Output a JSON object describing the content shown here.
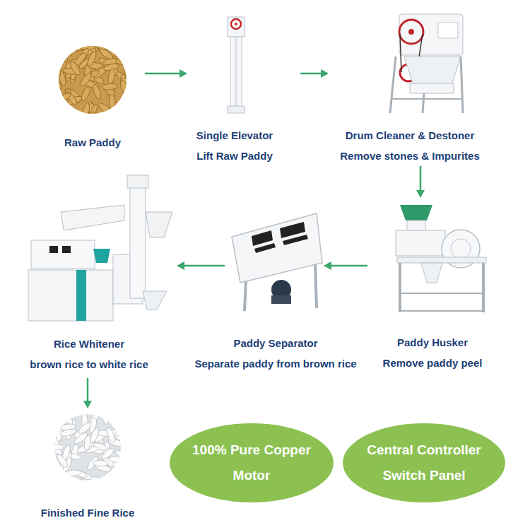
{
  "diagram": {
    "nodes": [
      {
        "text": [
          "Raw Paddy"
        ]
      },
      {
        "text": [
          "Single Elevator",
          "Lift Raw Paddy"
        ]
      },
      {
        "text": [
          "Drum Cleaner & Destoner",
          "Remove stones & Impurites"
        ]
      },
      {
        "text": [
          "Paddy Husker",
          "Remove paddy peel"
        ]
      },
      {
        "text": [
          "Paddy Separator",
          "Separate paddy from brown rice"
        ]
      },
      {
        "text": [
          "Rice Whitener",
          "brown rice to white rice"
        ]
      },
      {
        "text": [
          "Finished Fine Rice"
        ]
      },
      {
        "text": [
          "100% Pure Copper Motor"
        ]
      },
      {
        "text": [
          "Central Controller Switch Panel"
        ]
      }
    ],
    "edges": [
      {
        "from": 0,
        "to": 1,
        "arrow": "to"
      },
      {
        "from": 1,
        "to": 2,
        "arrow": "to"
      },
      {
        "from": 2,
        "to": 3,
        "arrow": "to"
      },
      {
        "from": 3,
        "to": 4,
        "arrow": "to"
      },
      {
        "from": 4,
        "to": 5,
        "arrow": "to"
      },
      {
        "from": 5,
        "to": 6,
        "arrow": "to"
      }
    ]
  }
}
